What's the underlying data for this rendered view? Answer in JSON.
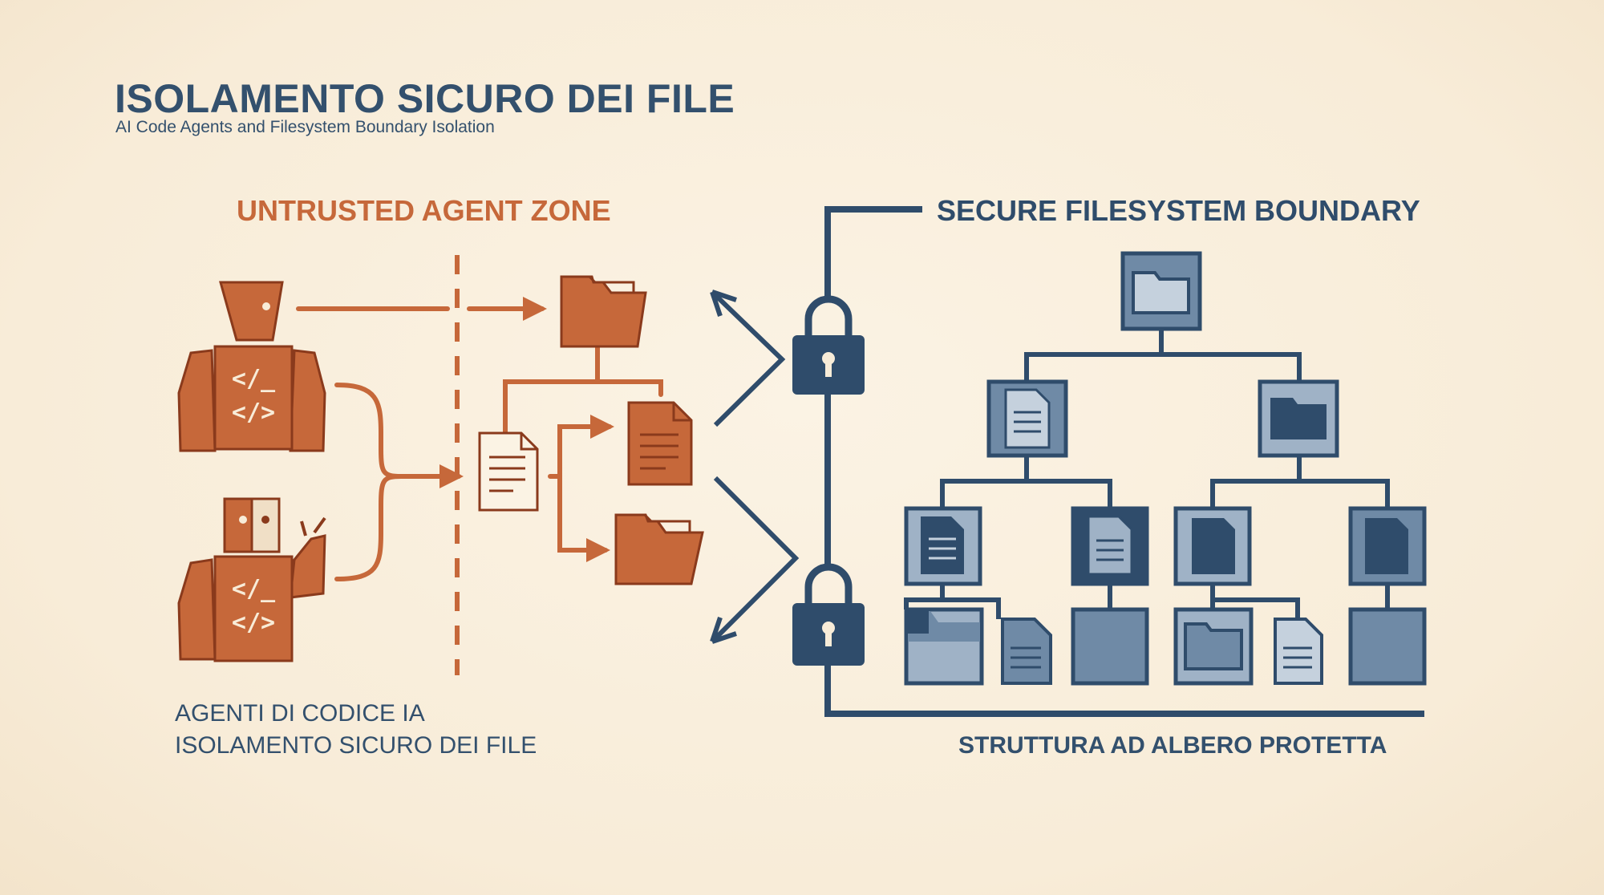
{
  "header": {
    "title": "ISOLAMENTO SICURO DEI FILE",
    "subtitle": "AI Code Agents and Filesystem Boundary Isolation"
  },
  "zones": {
    "untrusted_label": "UNTRUSTED AGENT ZONE",
    "secure_label": "SECURE FILESYSTEM BOUNDARY"
  },
  "captions": {
    "agents_line1": "AGENTI DI CODICE IA",
    "agents_line2": "ISOLAMENTO SICURO DEI FILE",
    "tree": "STRUTTURA AD ALBERO PROTETTA"
  },
  "agent_icons": {
    "code_top": "</_",
    "code_bottom": "</>"
  },
  "colors": {
    "orange": "#c6683a",
    "orange_dark": "#8a3a1c",
    "navy": "#2f4c6b",
    "slate": "#6f8aa6",
    "slate_light": "#9fb2c6",
    "background": "#f8ecd8"
  }
}
